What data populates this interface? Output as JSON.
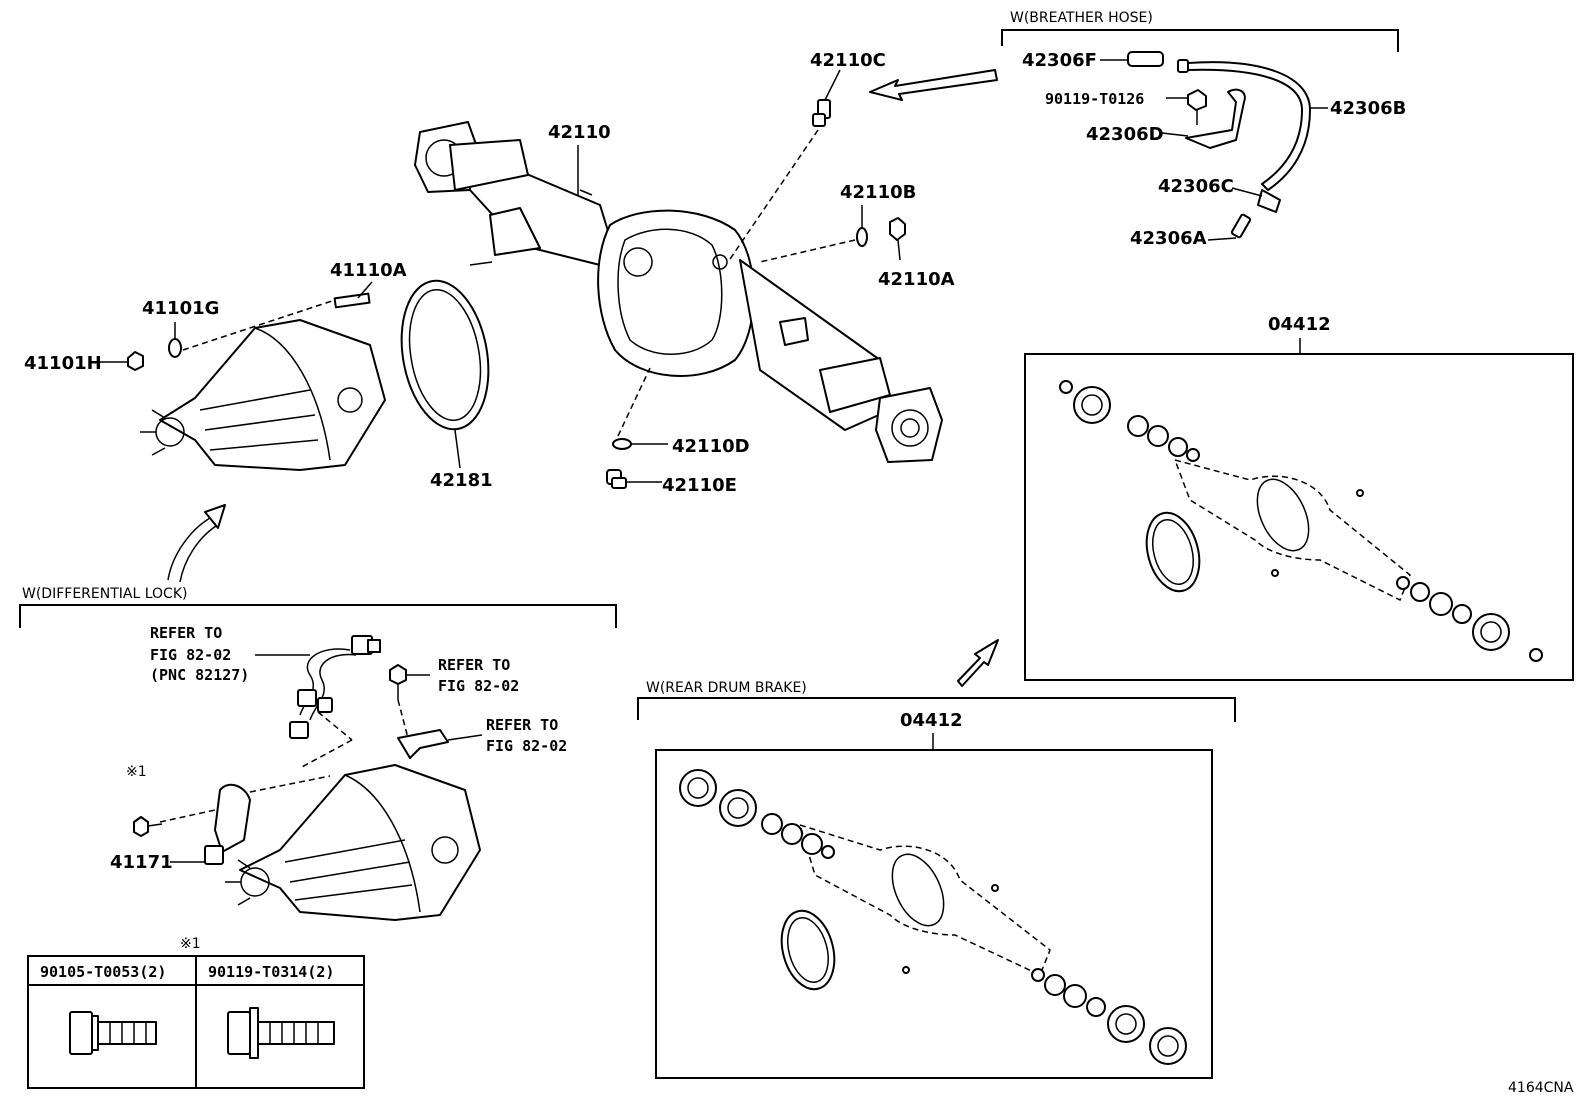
{
  "labels": {
    "p42110C": "42110C",
    "p42110": "42110",
    "p42110B": "42110B",
    "p42110A": "42110A",
    "p41110A": "41110A",
    "p41101G": "41101G",
    "p41101H": "41101H",
    "p42181": "42181",
    "p42110D": "42110D",
    "p42110E": "42110E",
    "p42306F": "42306F",
    "p90119T0126": "90119-T0126",
    "p42306B": "42306B",
    "p42306D": "42306D",
    "p42306C": "42306C",
    "p42306A": "42306A",
    "p04412_top": "04412",
    "p04412_bottom": "04412",
    "p41171": "41171",
    "refer1_a": "REFER TO",
    "refer1_b": "FIG 82-02",
    "refer1_c": "(PNC 82127)",
    "refer2_a": "REFER TO",
    "refer2_b": "FIG 82-02",
    "refer3_a": "REFER TO",
    "refer3_b": "FIG 82-02",
    "mark1": "※1",
    "mark1_table": "※1",
    "fig_code": "4164CNA"
  },
  "groups": {
    "breather_hose": "W(BREATHER HOSE)",
    "differential_lock": "W(DIFFERENTIAL LOCK)",
    "rear_drum_brake": "W(REAR DRUM BRAKE)"
  },
  "bolt_table": [
    {
      "part": "90105-T0053(2)"
    },
    {
      "part": "90119-T0314(2)"
    }
  ]
}
